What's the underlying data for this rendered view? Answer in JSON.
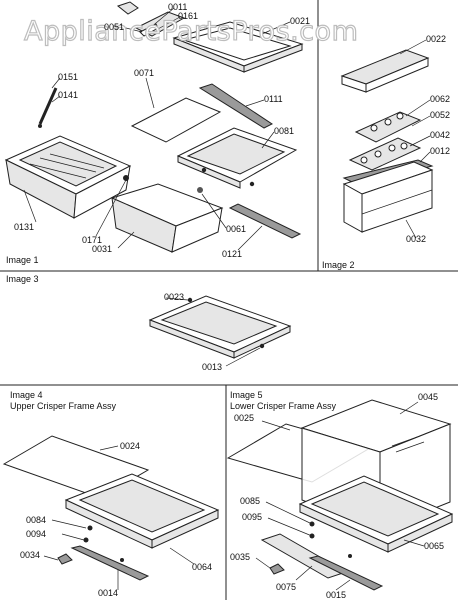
{
  "watermark": "AppliancePartsPros.com",
  "panels": {
    "image1": "Image 1",
    "image2": "Image 2",
    "image3": "Image 3",
    "image4": "Image 4",
    "image4_subtitle": "Upper Crisper Frame Assy",
    "image5": "Image 5",
    "image5_subtitle": "Lower Crisper Frame Assy"
  },
  "parts": {
    "p0011": "0011",
    "p0161": "0161",
    "p0051": "0051",
    "p0021": "0021",
    "p0151": "0151",
    "p0141": "0141",
    "p0071": "0071",
    "p0111": "0111",
    "p0081": "0081",
    "p0131": "0131",
    "p0171": "0171",
    "p0031": "0031",
    "p0061": "0061",
    "p0121": "0121",
    "p0022": "0022",
    "p0062": "0062",
    "p0052": "0052",
    "p0042": "0042",
    "p0012": "0012",
    "p0032": "0032",
    "p0023": "0023",
    "p0013": "0013",
    "p0024": "0024",
    "p0084": "0084",
    "p0094": "0094",
    "p0034": "0034",
    "p0064": "0064",
    "p0014": "0014",
    "p0025": "0025",
    "p0045": "0045",
    "p0085": "0085",
    "p0095": "0095",
    "p0035": "0035",
    "p0065": "0065",
    "p0075": "0075",
    "p0015": "0015"
  }
}
